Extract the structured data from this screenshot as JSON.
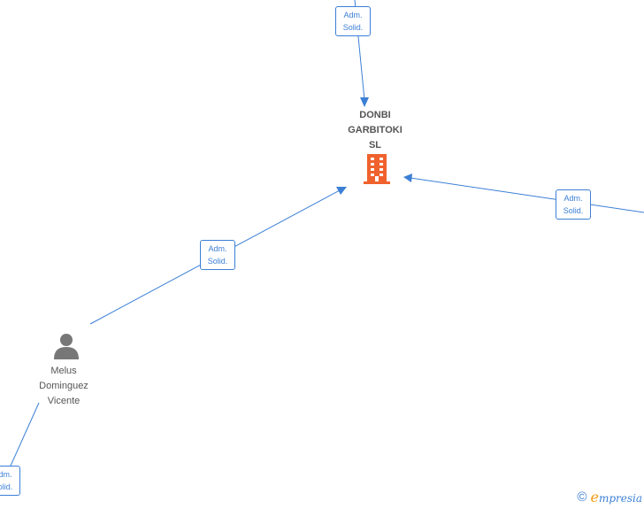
{
  "nodes": {
    "company": {
      "name": "DONBI\nGARBITOKI\nSL",
      "type": "company",
      "icon": "building-icon",
      "color": "#f0622d"
    },
    "person": {
      "name": "Melus\nDominguez\nVicente",
      "type": "person",
      "icon": "person-icon",
      "color": "#777777"
    }
  },
  "edges": [
    {
      "id": "top",
      "label": "Adm.\nSolid."
    },
    {
      "id": "right",
      "label": "Adm.\nSolid."
    },
    {
      "id": "person-company",
      "label": "Adm.\nSolid."
    },
    {
      "id": "bottom-left",
      "label": "Adm.\nSolid."
    }
  ],
  "colors": {
    "edge": "#3b7fd6",
    "label_text": "#555555"
  },
  "footer": {
    "copyright_symbol": "©",
    "brand_initial": "e",
    "brand_rest": "mpresia"
  }
}
